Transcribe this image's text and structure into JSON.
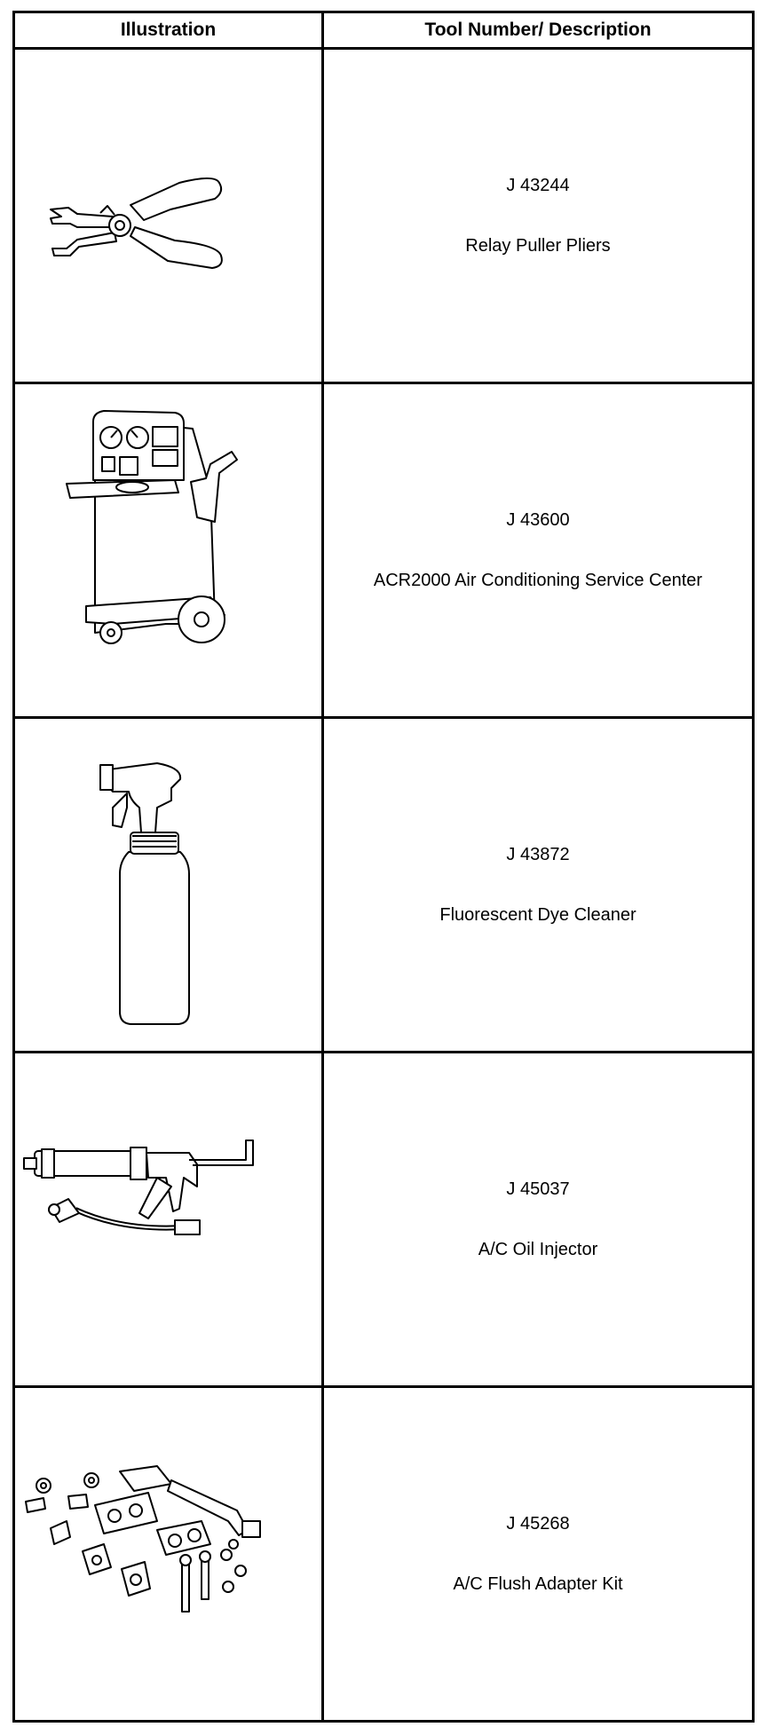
{
  "header": {
    "illustration": "Illustration",
    "tool": "Tool Number/ Description"
  },
  "tools": [
    {
      "number": "J 43244",
      "description": "Relay Puller Pliers",
      "icon": "relay-puller-pliers-icon"
    },
    {
      "number": "J 43600",
      "description": "ACR2000 Air Conditioning Service Center",
      "icon": "ac-service-center-icon"
    },
    {
      "number": "J 43872",
      "description": "Fluorescent Dye Cleaner",
      "icon": "spray-bottle-icon"
    },
    {
      "number": "J 45037",
      "description": "A/C Oil Injector",
      "icon": "oil-injector-icon"
    },
    {
      "number": "J 45268",
      "description": "A/C Flush Adapter Kit",
      "icon": "flush-adapter-kit-icon"
    }
  ]
}
